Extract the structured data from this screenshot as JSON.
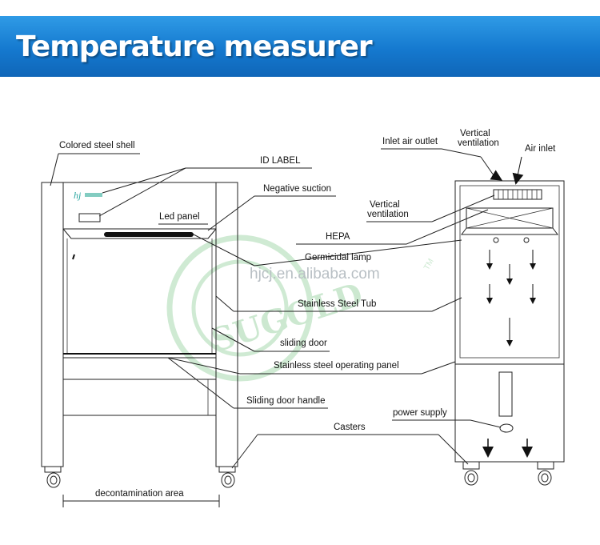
{
  "title": "Temperature measurer",
  "watermark": {
    "url": "hjcj.en.alibaba.com",
    "brand": "SUGOLD",
    "tm": "TM"
  },
  "logo": {
    "text": "hj"
  },
  "labels": {
    "colored_steel_shell": "Colored steel shell",
    "id_label": "ID LABEL",
    "negative_suction": "Negative suction",
    "led_panel": "Led panel",
    "hepa": "HEPA",
    "germicidal_lamp": "Germicidal lamp",
    "stainless_steel_tub": "Stainless Steel Tub",
    "sliding_door": "sliding door",
    "stainless_steel_operating_panel": "Stainless steel operating panel",
    "sliding_door_handle": "Sliding door handle",
    "casters": "Casters",
    "power_supply": "power supply",
    "decontamination_area": "decontamination area",
    "inlet_air_outlet": "Inlet air outlet",
    "vertical_ventilation_top_1": "Vertical",
    "vertical_ventilation_top_2": "ventilation",
    "air_inlet": "Air inlet",
    "vertical_ventilation_mid_1": "Vertical",
    "vertical_ventilation_mid_2": "ventilation"
  },
  "colors": {
    "banner": "#1579cf",
    "title": "#ffffff",
    "watermark": "#9fd3a7"
  }
}
